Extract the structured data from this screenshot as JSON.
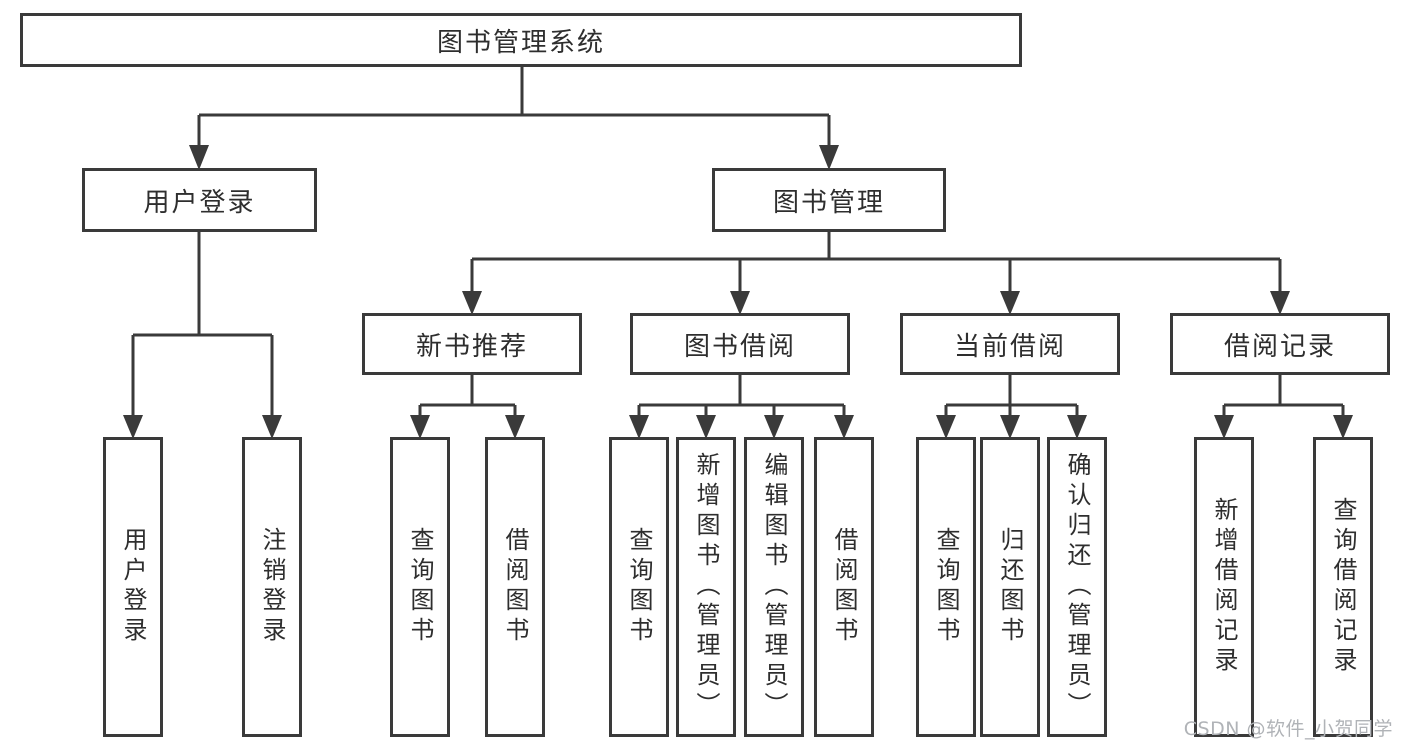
{
  "diagram": {
    "type": "tree",
    "tree": {
      "label": "图书管理系统",
      "children": [
        {
          "label": "用户登录",
          "children": [
            {
              "label": "用户登录"
            },
            {
              "label": "注销登录"
            }
          ]
        },
        {
          "label": "图书管理",
          "children": [
            {
              "label": "新书推荐",
              "children": [
                {
                  "label": "查询图书"
                },
                {
                  "label": "借阅图书"
                }
              ]
            },
            {
              "label": "图书借阅",
              "children": [
                {
                  "label": "查询图书"
                },
                {
                  "label": "新增图书（管理员）"
                },
                {
                  "label": "编辑图书（管理员）"
                },
                {
                  "label": "借阅图书"
                }
              ]
            },
            {
              "label": "当前借阅",
              "children": [
                {
                  "label": "查询图书"
                },
                {
                  "label": "归还图书"
                },
                {
                  "label": "确认归还（管理员）"
                }
              ]
            },
            {
              "label": "借阅记录",
              "children": [
                {
                  "label": "新增借阅记录"
                },
                {
                  "label": "查询借阅记录"
                }
              ]
            }
          ]
        }
      ]
    },
    "colors": {
      "line": "#3a3a3a",
      "box_border": "#3a3a3a",
      "box_fill": "#ffffff",
      "text": "#2e2e2e"
    }
  },
  "watermark": {
    "text": "CSDN @软件_小贺同学",
    "color": "#b0b3b7"
  }
}
